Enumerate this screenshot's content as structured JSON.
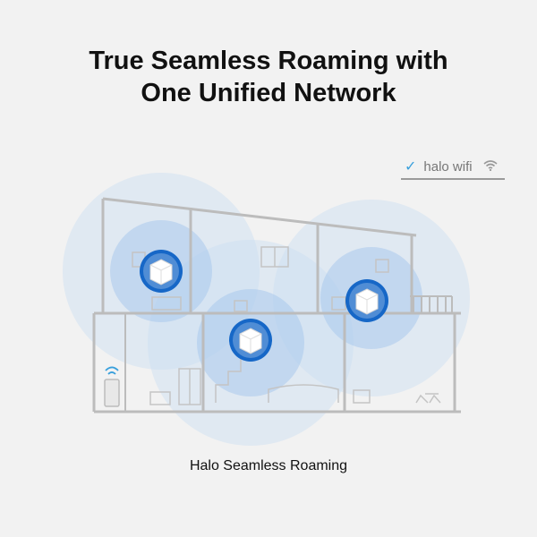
{
  "headline": {
    "line1": "True Seamless Roaming with",
    "line2": "One Unified Network"
  },
  "wifi_indicator": {
    "ssid": "halo wifi",
    "connected_icon": "check-icon",
    "signal_icon": "wifi-signal-icon"
  },
  "caption": "Halo Seamless Roaming",
  "colors": {
    "coverage": "#c9ddf2",
    "coverage_inner": "#a9c8ec",
    "device_ring": "#1667c7",
    "device_body": "#ffffff",
    "outline": "#bcbcbc",
    "check": "#3aa0dc"
  }
}
